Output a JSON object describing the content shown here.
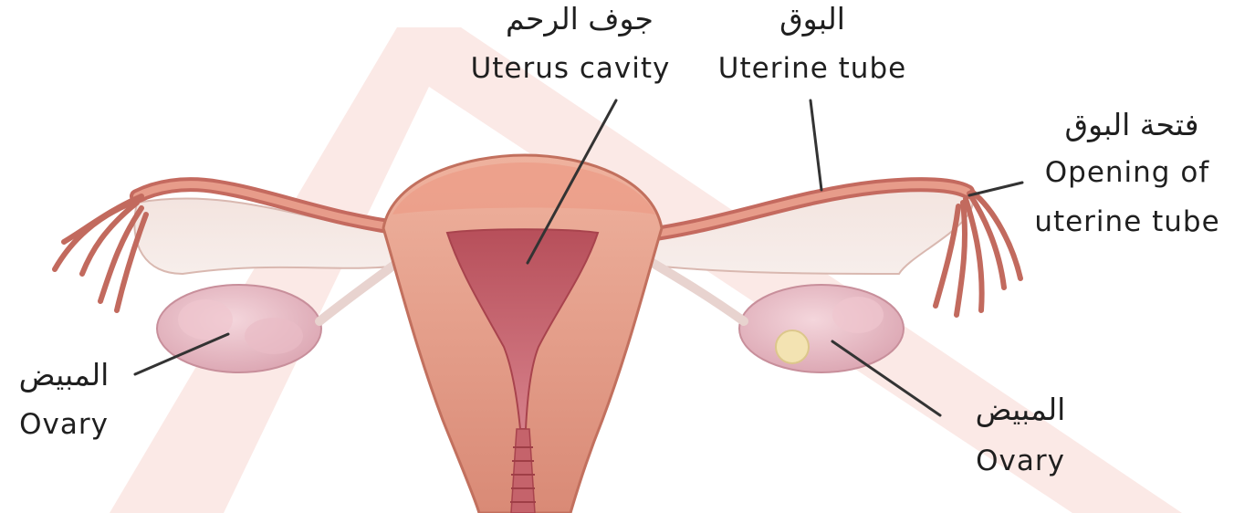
{
  "labels": {
    "uterus_cavity": {
      "ar": "جوف الرحم",
      "en": "Uterus cavity"
    },
    "uterine_tube": {
      "ar": "البوق",
      "en": "Uterine tube"
    },
    "tube_opening": {
      "ar": "فتحة البوق",
      "en_line1": "Opening of",
      "en_line2": "uterine tube"
    },
    "ovary_left": {
      "ar": "المبيض",
      "en": "Ovary"
    },
    "ovary_right": {
      "ar": "المبيض",
      "en": "Ovary"
    }
  },
  "colors": {
    "watermark": "#fbe7e3",
    "tissue": "#e9a18d",
    "tissue_dark": "#b85a4f",
    "cavity": "#c9656a",
    "ovary": "#e6b9c2",
    "leader_line": "#333333"
  }
}
